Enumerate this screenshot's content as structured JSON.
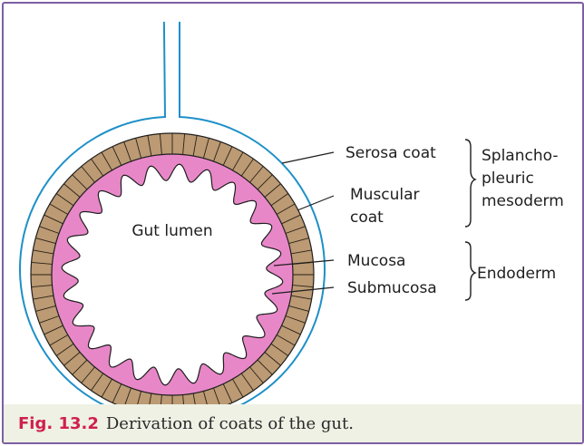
{
  "labels": {
    "gut_lumen": "Gut lumen",
    "serosa_coat": "Serosa coat",
    "muscular_line1": "Muscular",
    "muscular_line2": "coat",
    "mucosa": "Mucosa",
    "submucosa": "Submucosa",
    "splanchno_line1": "Splancho-",
    "splanchno_line2": "pleuric",
    "splanchno_line3": "mesoderm",
    "endoderm": "Endoderm"
  },
  "caption": {
    "figure_number": "Fig. 13.2",
    "text": "Derivation of coats of the gut."
  },
  "colors": {
    "border": "#7d5fa3",
    "serosa": "#1e90c8",
    "muscular": "#bb9a74",
    "mucosa": "#e887c8",
    "fig_number": "#d01f4e",
    "caption_bg": "#eef1e4"
  }
}
